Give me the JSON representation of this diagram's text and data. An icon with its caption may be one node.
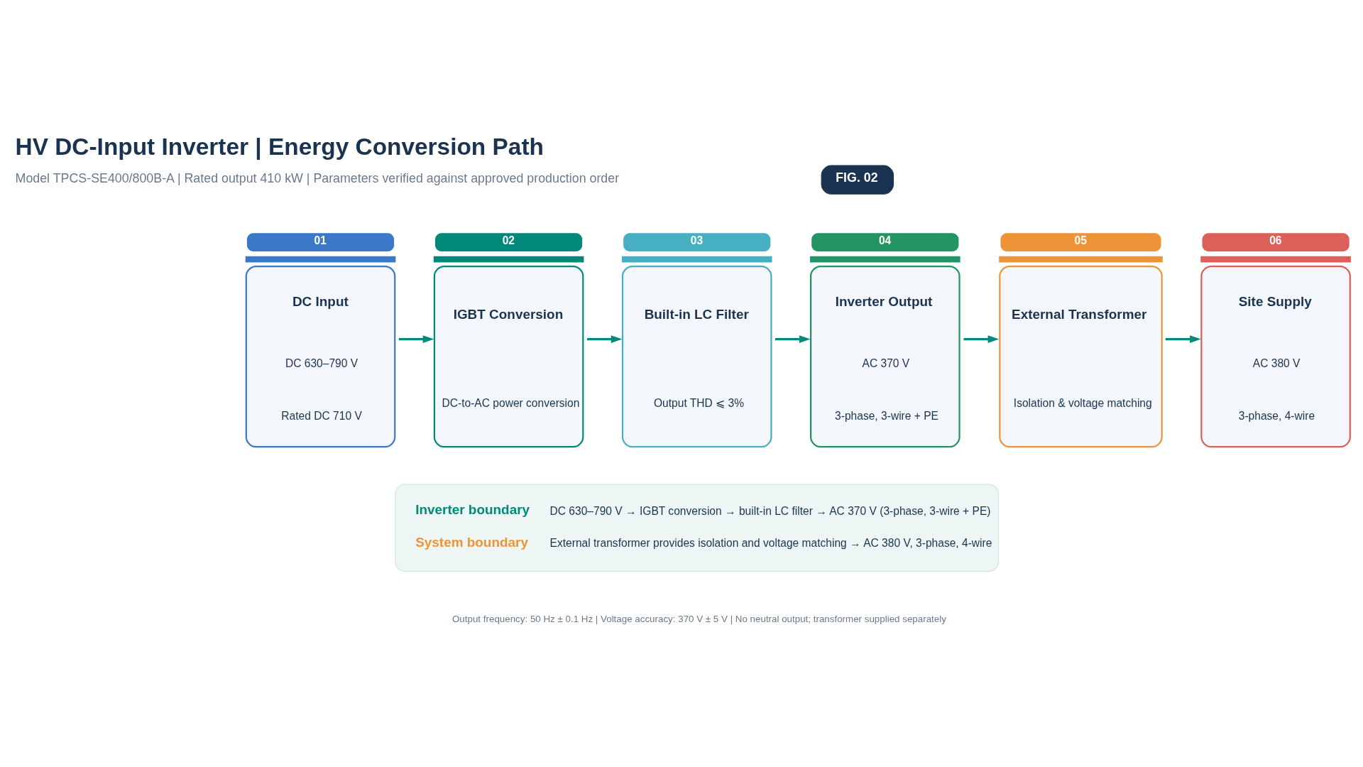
{
  "diagram": {
    "title": "HV DC-Input Inverter | Energy Conversion Path",
    "nodes": [
      {
        "text": [
          "DC Input",
          "DC 630–790 V",
          "Rated DC 710 V"
        ],
        "beside": [
          "01"
        ]
      },
      {
        "text": [
          "IGBT Conversion",
          "DC-to-AC power conversion"
        ],
        "beside": [
          "02"
        ]
      },
      {
        "text": [
          "Built-in LC Filter",
          "Output THD ⩽ 3%"
        ],
        "beside": [
          "03"
        ]
      },
      {
        "text": [
          "Inverter Output",
          "AC 370 V",
          "3-phase, 3-wire + PE"
        ],
        "beside": [
          "04"
        ]
      },
      {
        "text": [
          "External Transformer",
          "Isolation & voltage matching"
        ],
        "beside": [
          "05"
        ]
      },
      {
        "text": [
          "Site Supply",
          "AC 380 V",
          "3-phase, 4-wire"
        ],
        "beside": [
          "06"
        ]
      }
    ],
    "edges": [
      {
        "from": 0,
        "to": 1,
        "arrow": "to"
      },
      {
        "from": 1,
        "to": 2,
        "arrow": "to"
      },
      {
        "from": 2,
        "to": 3,
        "arrow": "to"
      },
      {
        "from": 3,
        "to": 4,
        "arrow": "to"
      },
      {
        "from": 4,
        "to": 5,
        "arrow": "to"
      }
    ],
    "labels": [
      "Model TPCS-SE400/800B-A | Rated output 410 kW | Parameters verified against approved production order",
      "FIG. 02",
      "Inverter boundary",
      "DC 630–790 V → IGBT conversion → built-in LC filter → AC 370 V (3-phase, 3-wire + PE)",
      "System boundary",
      "External transformer provides isolation and voltage matching → AC 380 V, 3-phase, 4-wire",
      "Output frequency: 50 Hz ± 0.1 Hz | Voltage accuracy: 370 V ± 5 V | No neutral output; transformer supplied separately"
    ]
  }
}
